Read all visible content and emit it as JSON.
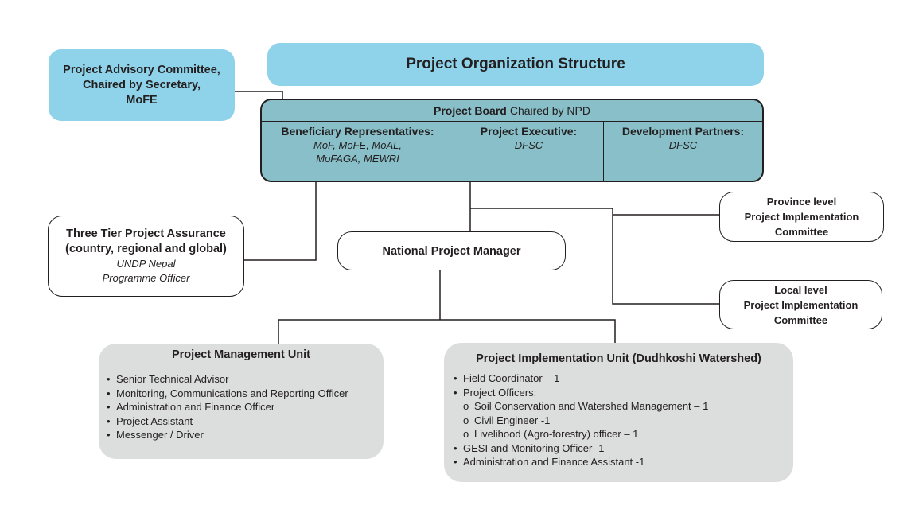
{
  "title": "Project Organization Structure",
  "advisory": {
    "lines": [
      "Project Advisory Committee,",
      "Chaired by Secretary,",
      "MoFE"
    ]
  },
  "board": {
    "title_bold": "Project Board",
    "title_rest": "Chaired by NPD",
    "columns": [
      {
        "heading": "Beneficiary Representatives:",
        "body": [
          "MoF, MoFE, MoAL,",
          "MoFAGA, MEWRI"
        ]
      },
      {
        "heading": "Project Executive:",
        "body": [
          "DFSC"
        ]
      },
      {
        "heading": "Development Partners:",
        "body": [
          "DFSC"
        ]
      }
    ]
  },
  "assurance": {
    "bold_lines": [
      "Three Tier Project Assurance",
      "(country, regional and global)"
    ],
    "italic_lines": [
      "UNDP Nepal",
      "Programme Officer"
    ]
  },
  "npm": {
    "label": "National Project Manager"
  },
  "province": {
    "lines": [
      "Province level",
      "Project Implementation",
      "Committee"
    ]
  },
  "local": {
    "lines": [
      "Local level",
      "Project Implementation",
      "Committee"
    ]
  },
  "pmu": {
    "title": "Project Management Unit",
    "bullet_char": "•",
    "items": [
      "Senior Technical Advisor",
      "Monitoring, Communications and Reporting Officer",
      "Administration and Finance Officer",
      "Project Assistant",
      "Messenger / Driver"
    ]
  },
  "piu": {
    "title": "Project Implementation Unit (Dudhkoshi Watershed)",
    "bullet_char": "•",
    "sub_bullet_char": "o",
    "items": [
      {
        "text": "Field Coordinator – 1"
      },
      {
        "text": "Project Officers:"
      },
      {
        "text": "Soil Conservation and Watershed Management – 1",
        "sub": true
      },
      {
        "text": "Civil Engineer -1",
        "sub": true
      },
      {
        "text": "Livelihood (Agro-forestry) officer – 1",
        "sub": true
      },
      {
        "text": "GESI and Monitoring Officer- 1"
      },
      {
        "text": "Administration and Finance Assistant -1"
      }
    ]
  },
  "colors": {
    "title_fill": "#8fd3ea",
    "board_fill": "#88bfc8",
    "unit_fill": "#dcdddd",
    "line": "#231f20"
  }
}
